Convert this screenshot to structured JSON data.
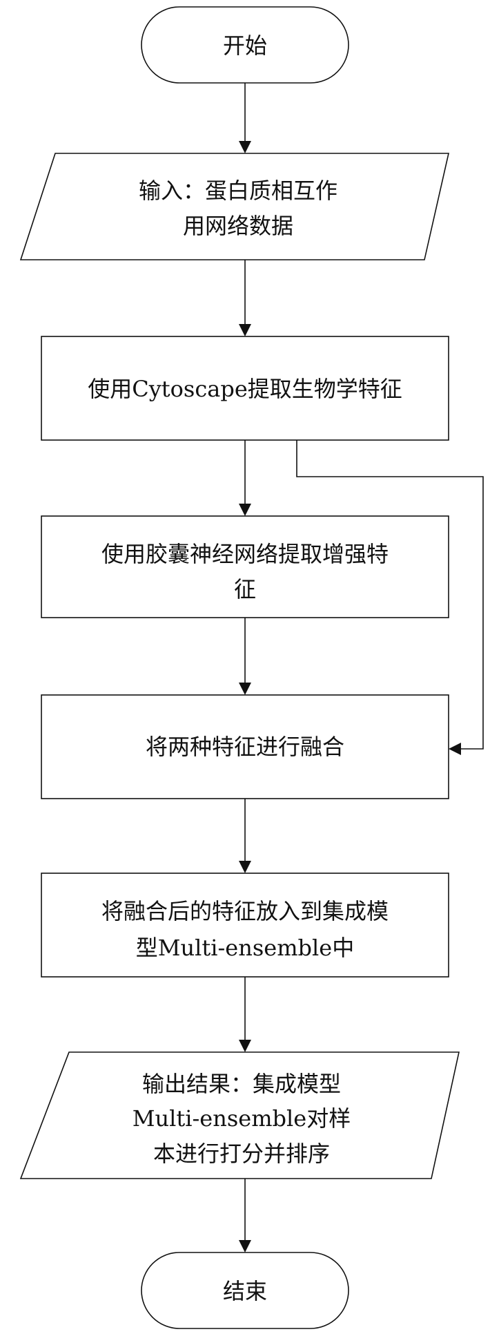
{
  "nodes": {
    "start": {
      "label": "开始"
    },
    "input": {
      "line1": "输入：蛋白质相互作",
      "line2": "用网络数据"
    },
    "step1": {
      "label": "使用Cytoscape提取生物学特征"
    },
    "step2": {
      "line1": "使用胶囊神经网络提取增强特",
      "line2": "征"
    },
    "step3": {
      "label": "将两种特征进行融合"
    },
    "step4": {
      "line1": "将融合后的特征放入到集成模",
      "line2": "型Multi-ensemble中"
    },
    "output": {
      "line1": "输出结果：集成模型",
      "line2": "Multi-ensemble对样",
      "line3": "本进行打分并排序"
    },
    "end": {
      "label": "结束"
    }
  }
}
